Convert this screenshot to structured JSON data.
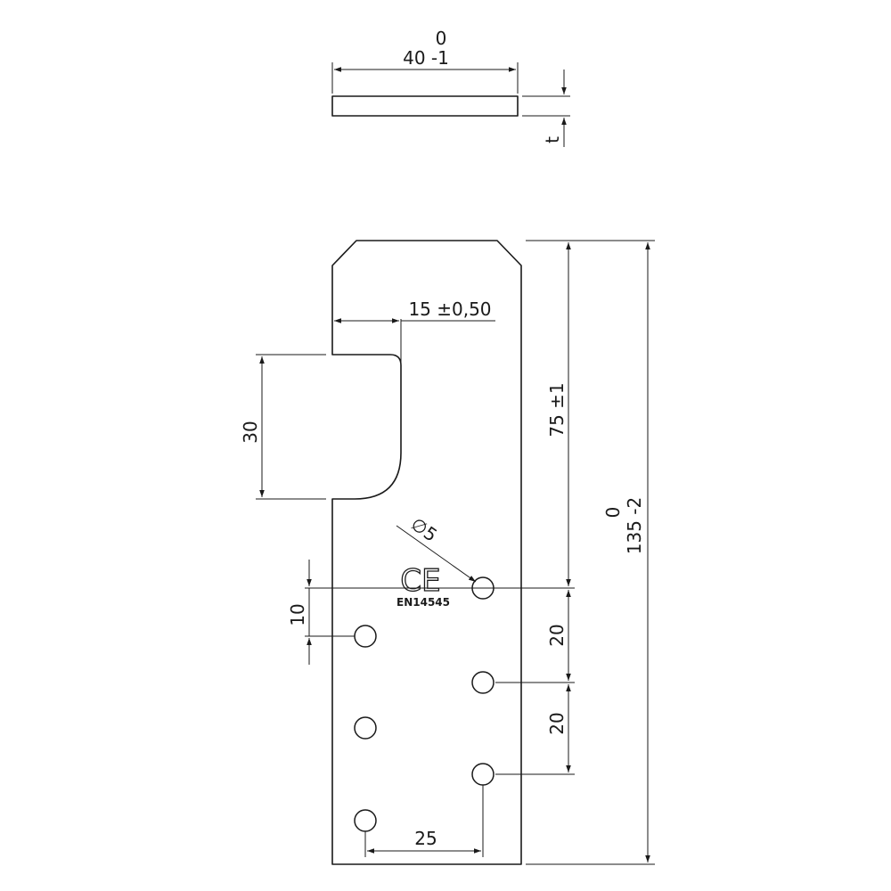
{
  "dimensions": {
    "width_tol": "0",
    "width_value": "40 -1",
    "thickness": "t",
    "slot_offset": "15 ±0,50",
    "slot_height": "30",
    "upper_length": "75 ±1",
    "total_tol": "0",
    "total_length": "135 -2",
    "hole_diameter": "∅5",
    "hole_offset": "10",
    "pitch_a": "20",
    "pitch_b": "20",
    "hole_spacing": "25"
  },
  "marking": {
    "conformity_mark": "CE",
    "standard": "EN14545"
  }
}
